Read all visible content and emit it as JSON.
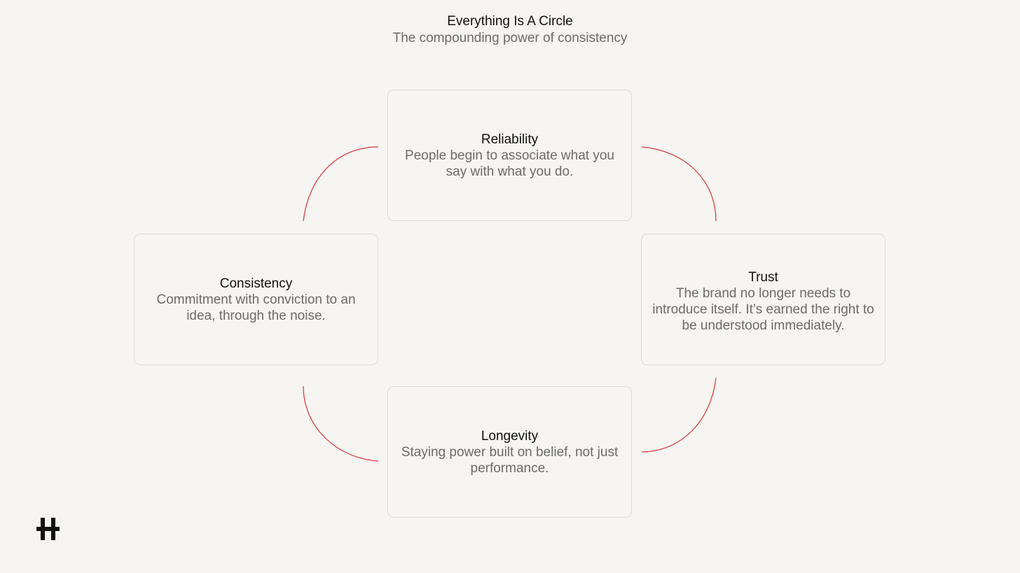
{
  "header": {
    "title": "Everything Is A Circle",
    "subtitle": "The compounding power of consistency"
  },
  "nodes": [
    {
      "id": "reliability",
      "title": "Reliability",
      "description": "People begin to associate what you say with what you do."
    },
    {
      "id": "trust",
      "title": "Trust",
      "description": "The brand no longer needs to introduce itself. It’s earned the right to be understood immediately."
    },
    {
      "id": "longevity",
      "title": "Longevity",
      "description": "Staying power built on belief, not just performance."
    },
    {
      "id": "consistency",
      "title": "Consistency",
      "description": "Commitment with conviction to an idea, through the noise."
    }
  ],
  "colors": {
    "background": "#f7f5f1",
    "connector": "#d6343a",
    "card_border": "#dedbd6",
    "title_text": "#111111",
    "body_text": "#6b6b6b"
  },
  "icons": {
    "logo": "brand-mark-icon"
  }
}
